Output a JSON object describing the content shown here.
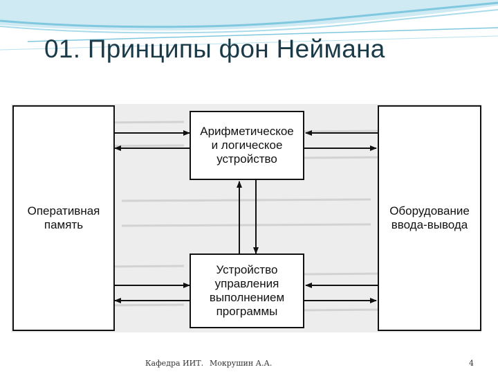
{
  "slide": {
    "title": "01. Принципы фон Неймана",
    "page_number": "4"
  },
  "footer": {
    "department": "Кафедра ИИТ.",
    "author": "Мокрушин А.А."
  },
  "diagram": {
    "memory_label": "Оперативная\nпамять",
    "alu_label": "Арифметическое\nи логическое\nустройство",
    "control_label": "Устройство\nуправления\nвыполнением\nпрограммы",
    "io_label": "Оборудование\nввода-вывода"
  },
  "colors": {
    "title": "#1b3a48",
    "wave": "#7fc8df",
    "box_border": "#111111"
  }
}
